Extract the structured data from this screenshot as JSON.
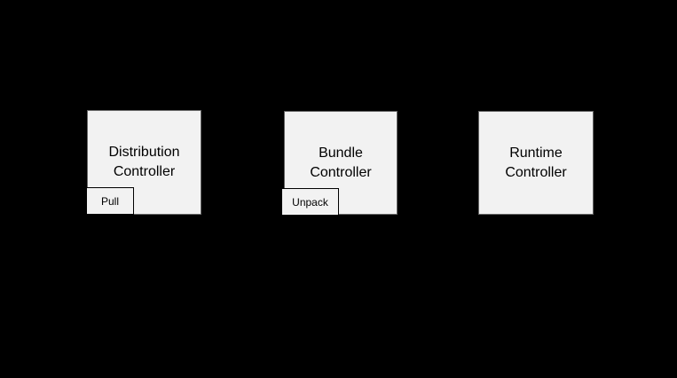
{
  "canvas": {
    "background": "#000000"
  },
  "colors": {
    "node_fill": "#f2f2f2",
    "node_border": "#666666",
    "sub_node_border": "#000000",
    "text": "#000000"
  },
  "diagram": {
    "nodes": [
      {
        "label": "Distribution\nController",
        "sub_label": "Pull"
      },
      {
        "label": "Bundle\nController",
        "sub_label": "Unpack"
      },
      {
        "label": "Runtime\nController"
      }
    ]
  }
}
